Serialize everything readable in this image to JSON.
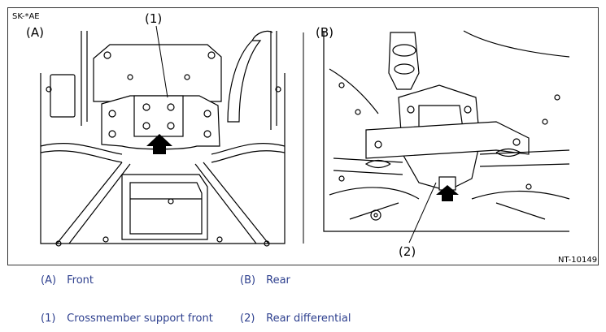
{
  "figure": {
    "header_code": "SK-*AE",
    "footer_code": "NT-10149",
    "panel_a_label": "(A)",
    "panel_b_label": "(B)",
    "callout_1": "(1)",
    "callout_2": "(2)"
  },
  "legend": [
    {
      "code": "(A)",
      "text": "Front"
    },
    {
      "code": "(B)",
      "text": "Rear"
    },
    {
      "code": "(1)",
      "text": "Crossmember support front"
    },
    {
      "code": "(2)",
      "text": "Rear differential"
    }
  ],
  "colors": {
    "legend_text": "#2d3f8e",
    "line": "#000000",
    "border": "#333333"
  }
}
